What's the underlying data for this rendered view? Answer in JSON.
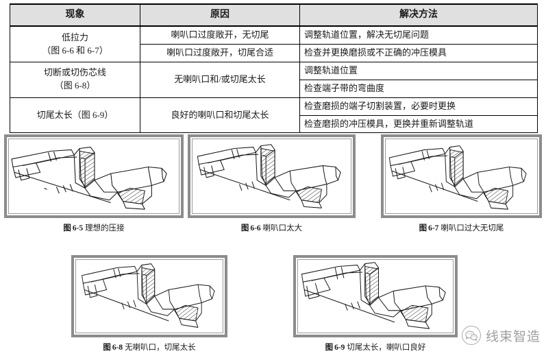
{
  "table": {
    "headers": [
      "现象",
      "原因",
      "解决方法"
    ],
    "groups": [
      {
        "phenomenon_lines": [
          "低拉力",
          "（图 6-6 和 6-7）"
        ],
        "rows": [
          {
            "cause": "喇叭口过度敞开，无切尾",
            "solution": "调整轨道位置，解决无切尾问题"
          },
          {
            "cause": "喇叭口过度敞开，切尾合适",
            "solution": "检查并更换磨损或不正确的冲压模具"
          }
        ],
        "cause_merged": false
      },
      {
        "phenomenon_lines": [
          "切断或切伤芯线",
          "（图 6-8）"
        ],
        "cause_merged": true,
        "cause": "无喇叭口和/或切尾太长",
        "rows": [
          {
            "solution": "调整轨道位置"
          },
          {
            "solution": "检查端子带的弯曲度"
          }
        ]
      },
      {
        "phenomenon_lines": [
          "切尾太长（图 6-9）"
        ],
        "cause_merged": true,
        "cause": "良好的喇叭口和切尾太长",
        "rows": [
          {
            "solution": "检查磨损的端子切割装置，必要时更换"
          },
          {
            "solution": "检查磨损的冲压模具，更换并重新调整轨道"
          }
        ]
      }
    ]
  },
  "figures": [
    {
      "tag": "图",
      "number": "6-5",
      "title": "理想的压接"
    },
    {
      "tag": "图",
      "number": "6-6",
      "title": "喇叭口太大"
    },
    {
      "tag": "图",
      "number": "6-7",
      "title": "喇叭口过大无切尾"
    },
    {
      "tag": "图",
      "number": "6-8",
      "title": "无喇叭口，切尾太长"
    },
    {
      "tag": "图",
      "number": "6-9",
      "title": "切尾太长，喇叭口良好"
    }
  ],
  "watermark": {
    "text": "线束智造",
    "icon": "wechat-icon"
  },
  "colors": {
    "header_background": "#e0e0e0",
    "border": "#000000",
    "frame": "#8c8c8c",
    "watermark_text": "#7a7a7a"
  }
}
